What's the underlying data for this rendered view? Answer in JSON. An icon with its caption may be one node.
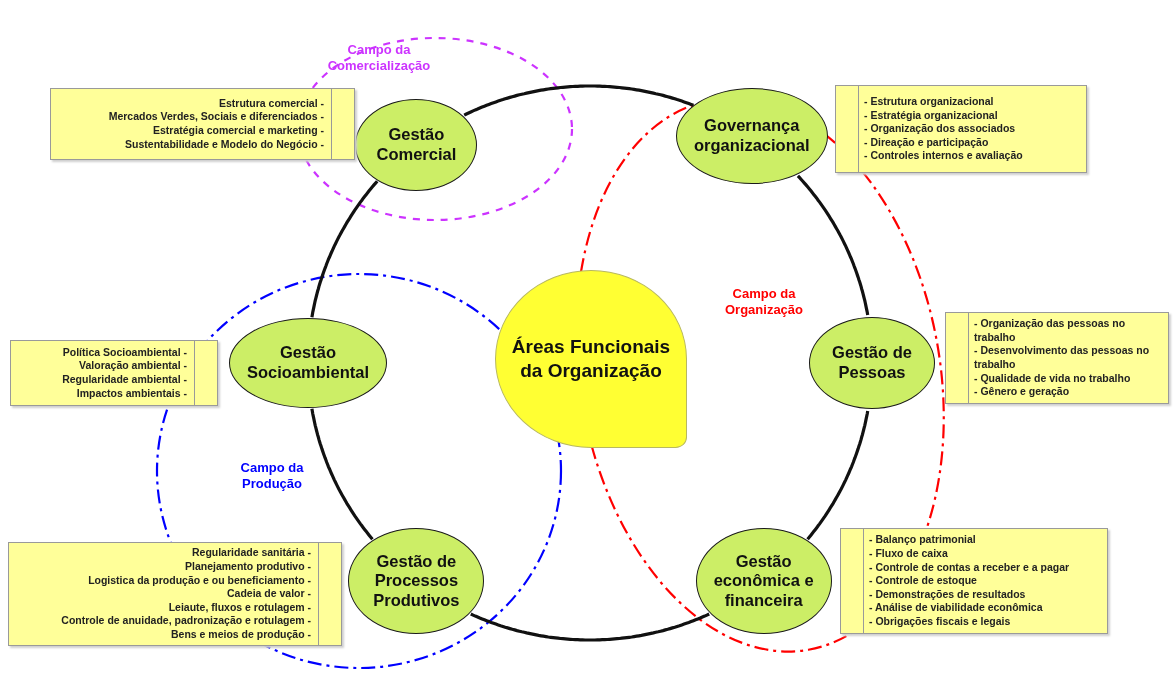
{
  "diagram": {
    "nodes": [
      {
        "text": [
          "Gestão Comercial"
        ]
      },
      {
        "text": [
          "Estrutura comercial -",
          "Mercados Verdes, Sociais e diferenciados -",
          "Estratégia comercial e marketing -",
          "Sustentabilidade e Modelo do Negócio -"
        ]
      },
      {
        "text": [
          "Governança organizacional"
        ]
      },
      {
        "text": [
          "- Estrutura organizacional",
          "- Estratégia organizacional",
          "- Organização dos associados",
          "- Direação e participação",
          "- Controles internos e avaliação"
        ]
      },
      {
        "text": [
          "Gestão Socioambiental"
        ]
      },
      {
        "text": [
          "Política Socioambiental -",
          "Valoração ambiental -",
          "Regularidade ambiental -",
          "Impactos ambientais -"
        ]
      },
      {
        "text": [
          "Áreas Funcionais da Organização"
        ]
      },
      {
        "text": [
          "Gestão de Pessoas"
        ]
      },
      {
        "text": [
          "- Organização das pessoas no trabalho",
          "- Desenvolvimento das pessoas no trabalho",
          "- Qualidade de vida no trabalho",
          "- Gênero e geração"
        ]
      },
      {
        "text": [
          "Gestão de Processos Produtivos"
        ]
      },
      {
        "text": [
          "Regularidade sanitária -",
          "Planejamento produtivo -",
          "Logistica da produção e ou beneficiamento -",
          "Cadeia de valor -",
          "Leiaute, fluxos e rotulagem -",
          "Controle de anuidade, padronização e rotulagem -",
          "Bens e meios de produção -"
        ]
      },
      {
        "text": [
          "Gestão econômica e financeira"
        ]
      },
      {
        "text": [
          "- Balanço patrimonial",
          "- Fluxo de caixa",
          "- Controle de contas a receber e a pagar",
          "- Controle de estoque",
          "- Demonstrações de resultados",
          "- Análise de viabilidade econômica",
          "- Obrigações fiscais e legais"
        ]
      }
    ],
    "edges": [
      {
        "from": 0,
        "to": 2,
        "arrow": "none"
      },
      {
        "from": 2,
        "to": 7,
        "arrow": "none"
      },
      {
        "from": 7,
        "to": 11,
        "arrow": "none"
      },
      {
        "from": 11,
        "to": 9,
        "arrow": "none"
      },
      {
        "from": 9,
        "to": 4,
        "arrow": "none"
      },
      {
        "from": 4,
        "to": 0,
        "arrow": "none"
      }
    ],
    "labels": [
      "Campo da Comercialização",
      "Campo da Organização",
      "Campo da Produção"
    ]
  }
}
